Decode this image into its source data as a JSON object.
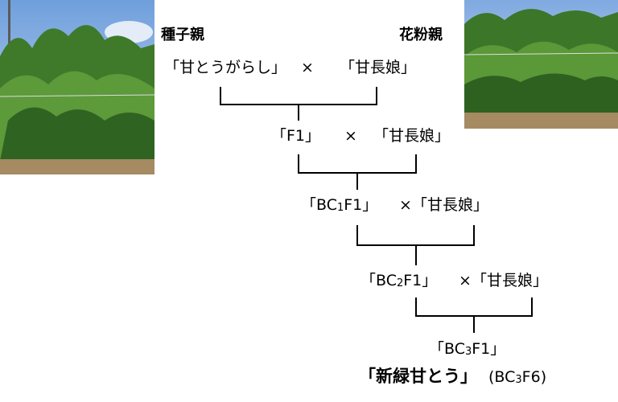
{
  "labels": {
    "seed_parent": "種子親",
    "pollen_parent": "花粉親"
  },
  "generations": [
    {
      "left": "「甘とうがらし」",
      "cross": "×",
      "right": "「甘長娘」"
    },
    {
      "left": "「F1」",
      "cross": "×",
      "right": "「甘長娘」"
    },
    {
      "left_pre": "「BC",
      "left_sub": "1",
      "left_post": "F1」",
      "cross": "×",
      "right": "「甘長娘」"
    },
    {
      "left_pre": "「BC",
      "left_sub": "2",
      "left_post": "F1」",
      "cross": "×",
      "right": "「甘長娘」"
    }
  ],
  "result": {
    "pre": "「BC",
    "sub": "3",
    "post": "F1」",
    "variety": "「新緑甘とう」",
    "note_pre": "(BC",
    "note_sub": "3",
    "note_post": "F6)"
  },
  "colors": {
    "line": "#000000",
    "sky": "#8fb6e6",
    "leaf": "#3f7a2a",
    "soil": "#a58a62"
  }
}
